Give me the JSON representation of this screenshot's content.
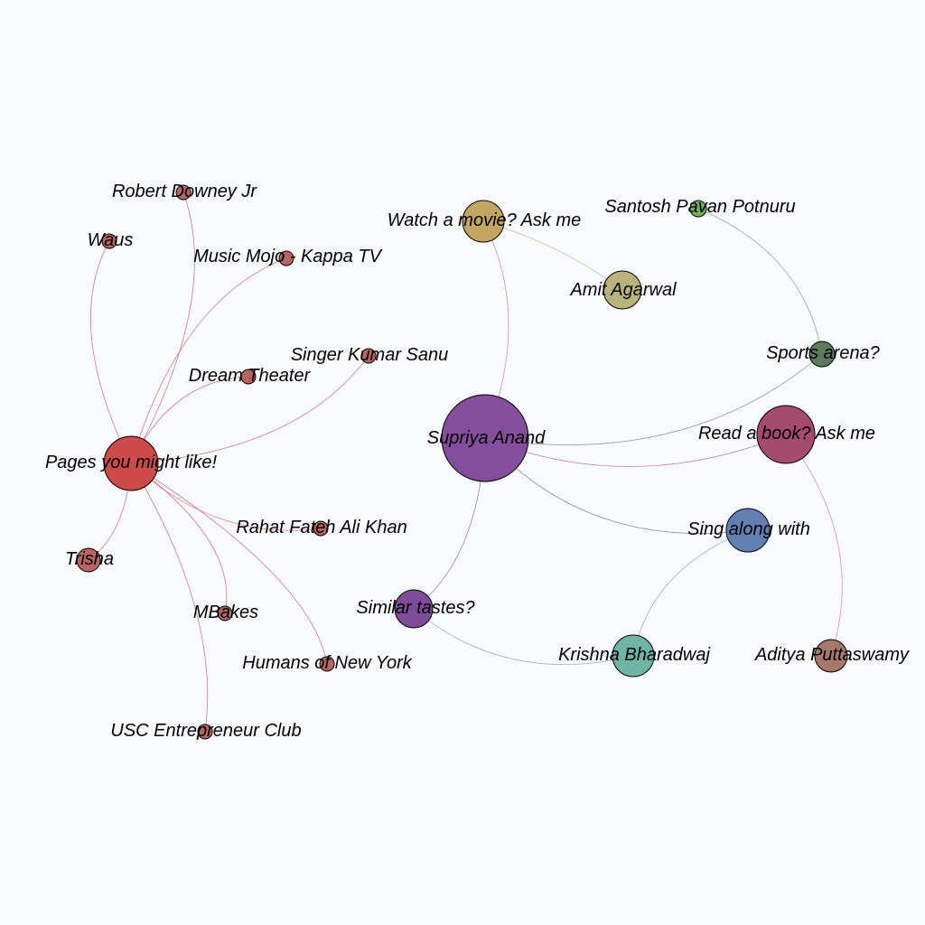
{
  "graph": {
    "colors": {
      "background": "#f8fafd",
      "label": "#000000",
      "outline": "#000000"
    },
    "nodes": [
      {
        "id": "pages",
        "label": "Pages you might like!",
        "color": "#cc4a47"
      },
      {
        "id": "robert",
        "label": "Robert Downey Jr",
        "color": "#b86463"
      },
      {
        "id": "waus",
        "label": "Waus",
        "color": "#b86463"
      },
      {
        "id": "musicmojo",
        "label": "Music Mojo - Kappa TV",
        "color": "#b86463"
      },
      {
        "id": "kumarsanu",
        "label": "Singer Kumar Sanu",
        "color": "#b86463"
      },
      {
        "id": "dreamtheater",
        "label": "Dream Theater",
        "color": "#b86463"
      },
      {
        "id": "rahat",
        "label": "Rahat Fateh Ali Khan",
        "color": "#b86463"
      },
      {
        "id": "trisha",
        "label": "Trisha",
        "color": "#b86463"
      },
      {
        "id": "mbakes",
        "label": "MBakes",
        "color": "#b86463"
      },
      {
        "id": "humans",
        "label": "Humans of New York",
        "color": "#b86463"
      },
      {
        "id": "usc",
        "label": "USC Entrepreneur Club",
        "color": "#b86463"
      },
      {
        "id": "watchmovie",
        "label": "Watch a movie? Ask me",
        "color": "#c4a562"
      },
      {
        "id": "santosh",
        "label": "Santosh Pavan Potnuru",
        "color": "#6fb15f"
      },
      {
        "id": "amit",
        "label": "Amit Agarwal",
        "color": "#b8b47c"
      },
      {
        "id": "sports",
        "label": "Sports arena?",
        "color": "#5f7a5d"
      },
      {
        "id": "supriya",
        "label": "Supriya Anand",
        "color": "#844e9c"
      },
      {
        "id": "readbook",
        "label": "Read a book? Ask me",
        "color": "#a34a6d"
      },
      {
        "id": "singalong",
        "label": "Sing along with",
        "color": "#6480b3"
      },
      {
        "id": "similar",
        "label": "Similar tastes?",
        "color": "#7e4c99"
      },
      {
        "id": "krishna",
        "label": "Krishna Bharadwaj",
        "color": "#6fb5a6"
      },
      {
        "id": "aditya",
        "label": "Aditya Puttaswamy",
        "color": "#a8786a"
      }
    ],
    "edges": [
      {
        "source": "pages",
        "target": "robert",
        "color": "#d37e83"
      },
      {
        "source": "pages",
        "target": "waus",
        "color": "#d37e83"
      },
      {
        "source": "pages",
        "target": "musicmojo",
        "color": "#d37e83"
      },
      {
        "source": "pages",
        "target": "kumarsanu",
        "color": "#d37e83"
      },
      {
        "source": "pages",
        "target": "dreamtheater",
        "color": "#d37e83"
      },
      {
        "source": "pages",
        "target": "rahat",
        "color": "#d37e83"
      },
      {
        "source": "pages",
        "target": "trisha",
        "color": "#d37e83"
      },
      {
        "source": "pages",
        "target": "mbakes",
        "color": "#d37e83"
      },
      {
        "source": "pages",
        "target": "humans",
        "color": "#d37e83"
      },
      {
        "source": "pages",
        "target": "usc",
        "color": "#d37e83"
      },
      {
        "source": "watchmovie",
        "target": "supriya",
        "color": "#c79a9a"
      },
      {
        "source": "watchmovie",
        "target": "amit",
        "color": "#c9c4a6"
      },
      {
        "source": "santosh",
        "target": "sports",
        "color": "#8faa9a"
      },
      {
        "source": "sports",
        "target": "supriya",
        "color": "#8f9aa8"
      },
      {
        "source": "readbook",
        "target": "supriya",
        "color": "#b882a0"
      },
      {
        "source": "readbook",
        "target": "aditya",
        "color": "#d39a9a"
      },
      {
        "source": "supriya",
        "target": "singalong",
        "color": "#8a86ad"
      },
      {
        "source": "supriya",
        "target": "similar",
        "color": "#9a8aa6"
      },
      {
        "source": "singalong",
        "target": "krishna",
        "color": "#9ab0c4"
      },
      {
        "source": "similar",
        "target": "krishna",
        "color": "#a6b0b3"
      }
    ]
  }
}
